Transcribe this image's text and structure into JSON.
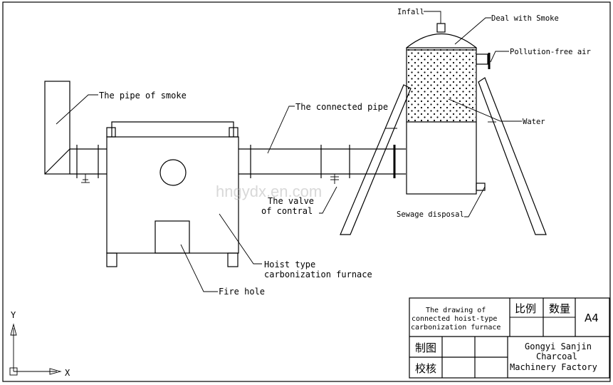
{
  "labels": {
    "pipe_of_smoke": "The pipe of smoke",
    "connected_pipe": "The connected pipe",
    "infall": "Infall",
    "deal_with_smoke": "Deal with Smoke",
    "pollution_free_air": "Pollution-free air",
    "water": "Water",
    "sewage_disposal": "Sewage disposal",
    "valve_line1": "The valve",
    "valve_line2": "of contral",
    "furnace_line1": "Hoist type",
    "furnace_line2": "carbonization furnace",
    "fire_hole": "Fire hole"
  },
  "watermark": "hngydx.en.com",
  "title_block": {
    "drawing_title_1": "The drawing of",
    "drawing_title_2": "connected hoist-type",
    "drawing_title_3": "carbonization furnace",
    "scale": "比例",
    "quantity": "数量",
    "paper_size": "A4",
    "drafted": "制图",
    "checked": "校核",
    "company_1": "Gongyi Sanjin",
    "company_2": "Charcoal",
    "company_3": "Machinery Factory"
  },
  "axes": {
    "y": "Y",
    "x": "X"
  }
}
